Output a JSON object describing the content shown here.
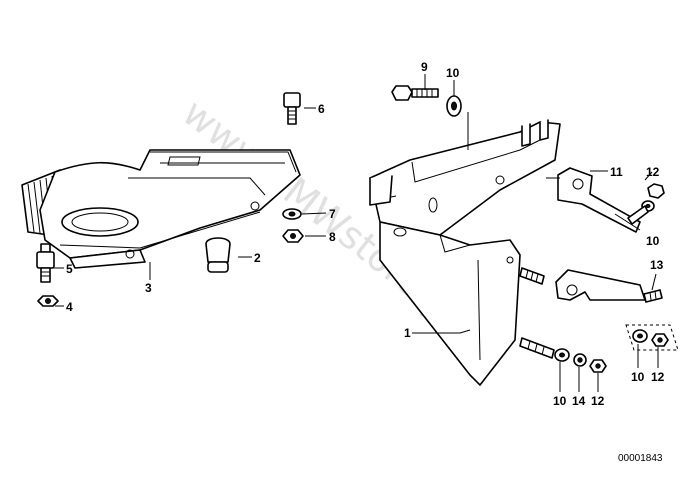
{
  "watermark": "www.BMWstore.pl",
  "document_number": "00001843",
  "callouts": {
    "c1": "1",
    "c2": "2",
    "c3": "3",
    "c4": "4",
    "c5": "5",
    "c6": "6",
    "c7": "7",
    "c8": "8",
    "c9": "9",
    "c10a": "10",
    "c11": "11",
    "c12a": "12",
    "c10b": "10",
    "c13": "13",
    "c10c": "10",
    "c14": "14",
    "c12b": "12",
    "c10d": "10",
    "c12c": "12"
  }
}
